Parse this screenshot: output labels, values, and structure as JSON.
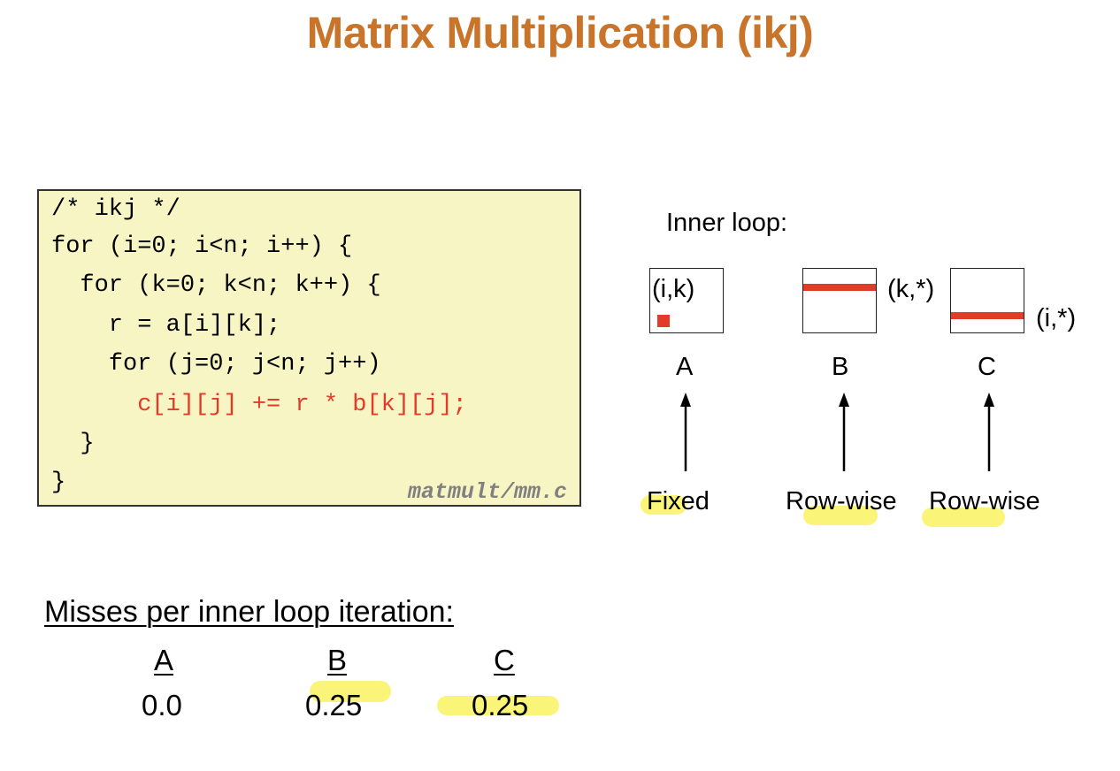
{
  "title": "Matrix Multiplication (ikj)",
  "code": {
    "lines": [
      "/* ikj */",
      "for (i=0; i<n; i++) {",
      "  for (k=0; k<n; k++) {",
      "    r = a[i][k];",
      "    for (j=0; j<n; j++)",
      "      c[i][j] += r * b[k][j];",
      "  }",
      "}"
    ],
    "filename": "matmult/mm.c",
    "highlight_color": "#e23b2a"
  },
  "diagram": {
    "heading": "Inner loop:",
    "matrices": [
      {
        "name": "A",
        "annotation": "(i,k)",
        "access": "Fixed"
      },
      {
        "name": "B",
        "annotation": "(k,*)",
        "access": "Row-wise"
      },
      {
        "name": "C",
        "annotation": "(i,*)",
        "access": "Row-wise"
      }
    ],
    "accent_color": "#e23b2a"
  },
  "misses": {
    "heading": "Misses per inner loop iteration:",
    "columns": [
      {
        "label": "A",
        "value": "0.0"
      },
      {
        "label": "B",
        "value": "0.25"
      },
      {
        "label": "C",
        "value": "0.25"
      }
    ]
  },
  "colors": {
    "title": "#c8742a",
    "code_background": "#f7f5c4",
    "highlighter": "#faf46a"
  }
}
